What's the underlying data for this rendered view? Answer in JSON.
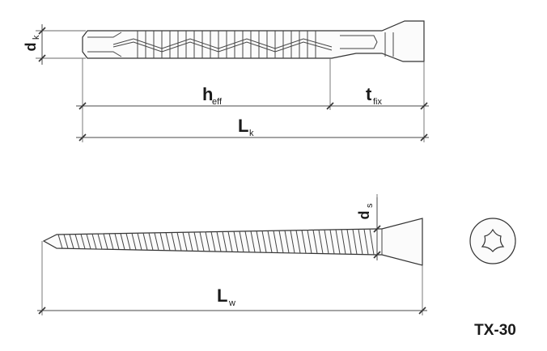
{
  "plug": {
    "dk": {
      "main": "d",
      "sub": "k"
    },
    "heff": {
      "main": "h",
      "sub": "eff"
    },
    "tfix": {
      "main": "t",
      "sub": "fix"
    },
    "Lk": {
      "main": "L",
      "sub": "k"
    }
  },
  "screw": {
    "ds": {
      "main": "d",
      "sub": "s"
    },
    "Lw": {
      "main": "L",
      "sub": "w"
    }
  },
  "drive": {
    "label": "TX-30"
  }
}
